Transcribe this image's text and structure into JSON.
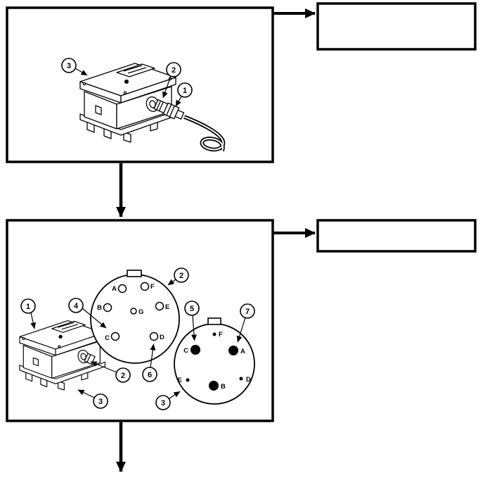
{
  "ink": "#000000",
  "paper": "#ffffff",
  "panel1": {
    "callouts": {
      "cover": "3",
      "connector_plug": "2",
      "cable_plug": "1"
    }
  },
  "panel2": {
    "callouts": {
      "junction_box": "1",
      "socket_c": "4",
      "receptacle_face": "2",
      "box_receptacle": "2",
      "socket_d": "6",
      "box_mount": "3",
      "pin_c": "5",
      "pin_a": "7",
      "plug_face": "3"
    },
    "connectorA": {
      "pins": [
        {
          "label": "A",
          "style": "socket"
        },
        {
          "label": "F",
          "style": "socket"
        },
        {
          "label": "B",
          "style": "socket"
        },
        {
          "label": "G",
          "style": "socket-center"
        },
        {
          "label": "E",
          "style": "socket"
        },
        {
          "label": "C",
          "style": "socket"
        },
        {
          "label": "D",
          "style": "socket"
        }
      ]
    },
    "connectorB": {
      "pins": [
        {
          "label": "F",
          "style": "small-contact"
        },
        {
          "label": "C",
          "style": "large-contact"
        },
        {
          "label": "A",
          "style": "large-contact"
        },
        {
          "label": "E",
          "style": "small-contact"
        },
        {
          "label": "B",
          "style": "large-contact"
        },
        {
          "label": "D",
          "style": "small-contact"
        }
      ]
    }
  }
}
